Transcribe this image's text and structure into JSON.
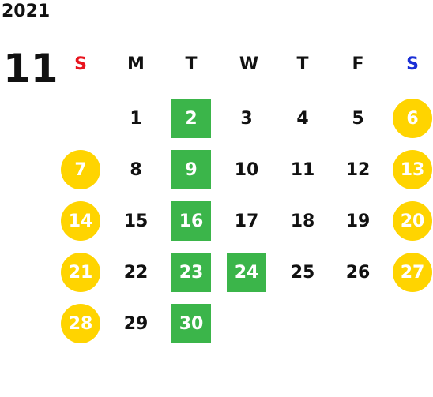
{
  "calendar": {
    "year": "2021",
    "month": "11",
    "weekdays": [
      "S",
      "M",
      "T",
      "W",
      "T",
      "F",
      "S"
    ],
    "days": [
      {
        "day": "1",
        "col": 1,
        "week": 0,
        "mark": "none"
      },
      {
        "day": "2",
        "col": 2,
        "week": 0,
        "mark": "green-square"
      },
      {
        "day": "3",
        "col": 3,
        "week": 0,
        "mark": "none"
      },
      {
        "day": "4",
        "col": 4,
        "week": 0,
        "mark": "none"
      },
      {
        "day": "5",
        "col": 5,
        "week": 0,
        "mark": "none"
      },
      {
        "day": "6",
        "col": 6,
        "week": 0,
        "mark": "yellow-circle"
      },
      {
        "day": "7",
        "col": 0,
        "week": 1,
        "mark": "yellow-circle"
      },
      {
        "day": "8",
        "col": 1,
        "week": 1,
        "mark": "none"
      },
      {
        "day": "9",
        "col": 2,
        "week": 1,
        "mark": "green-square"
      },
      {
        "day": "10",
        "col": 3,
        "week": 1,
        "mark": "none"
      },
      {
        "day": "11",
        "col": 4,
        "week": 1,
        "mark": "none"
      },
      {
        "day": "12",
        "col": 5,
        "week": 1,
        "mark": "none"
      },
      {
        "day": "13",
        "col": 6,
        "week": 1,
        "mark": "yellow-circle"
      },
      {
        "day": "14",
        "col": 0,
        "week": 2,
        "mark": "yellow-circle"
      },
      {
        "day": "15",
        "col": 1,
        "week": 2,
        "mark": "none"
      },
      {
        "day": "16",
        "col": 2,
        "week": 2,
        "mark": "green-square"
      },
      {
        "day": "17",
        "col": 3,
        "week": 2,
        "mark": "none"
      },
      {
        "day": "18",
        "col": 4,
        "week": 2,
        "mark": "none"
      },
      {
        "day": "19",
        "col": 5,
        "week": 2,
        "mark": "none"
      },
      {
        "day": "20",
        "col": 6,
        "week": 2,
        "mark": "yellow-circle"
      },
      {
        "day": "21",
        "col": 0,
        "week": 3,
        "mark": "yellow-circle"
      },
      {
        "day": "22",
        "col": 1,
        "week": 3,
        "mark": "none"
      },
      {
        "day": "23",
        "col": 2,
        "week": 3,
        "mark": "green-square"
      },
      {
        "day": "24",
        "col": 3,
        "week": 3,
        "mark": "green-square"
      },
      {
        "day": "25",
        "col": 4,
        "week": 3,
        "mark": "none"
      },
      {
        "day": "26",
        "col": 5,
        "week": 3,
        "mark": "none"
      },
      {
        "day": "27",
        "col": 6,
        "week": 3,
        "mark": "yellow-circle"
      },
      {
        "day": "28",
        "col": 0,
        "week": 4,
        "mark": "yellow-circle"
      },
      {
        "day": "29",
        "col": 1,
        "week": 4,
        "mark": "none"
      },
      {
        "day": "30",
        "col": 2,
        "week": 4,
        "mark": "green-square"
      }
    ]
  },
  "colors": {
    "sunday_header": "#e8141e",
    "saturday_header": "#1a2fd6",
    "circle": "#ffd400",
    "square": "#3bb54a"
  }
}
